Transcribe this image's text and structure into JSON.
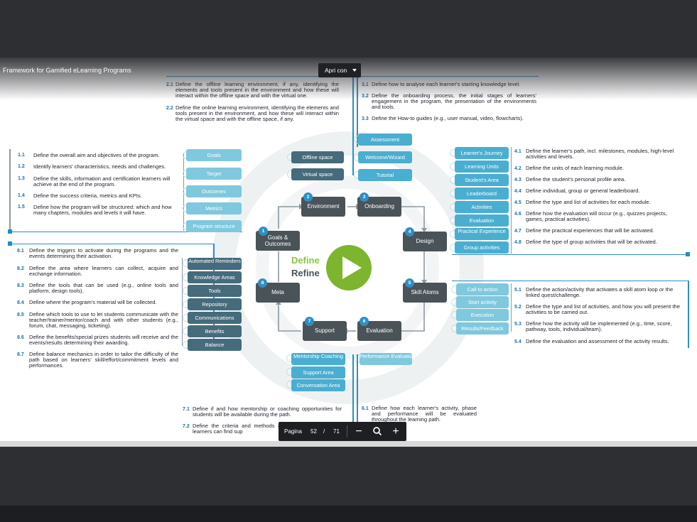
{
  "viewer": {
    "doc_title": "Framework for Gamified eLearning Programs",
    "open_with": "Apri con",
    "page_label": "Pagina",
    "page_current": "52",
    "page_sep": "/",
    "page_total": "71",
    "zoom_out": "−",
    "zoom_in": "+"
  },
  "center": {
    "define": "Define",
    "refine": "Refine"
  },
  "nodes": [
    {
      "n": "1",
      "label": "Goals & Outcomes"
    },
    {
      "n": "2",
      "label": "Environment"
    },
    {
      "n": "3",
      "label": "Onboarding"
    },
    {
      "n": "4",
      "label": "Design"
    },
    {
      "n": "5",
      "label": "Skill Atoms"
    },
    {
      "n": "6",
      "label": "Evaluation"
    },
    {
      "n": "7",
      "label": "Support"
    },
    {
      "n": "8",
      "label": "Meta"
    }
  ],
  "sec1": {
    "pills": [
      {
        "n": "1.1",
        "label": "Goals"
      },
      {
        "n": "1.2",
        "label": "Target"
      },
      {
        "n": "1.3",
        "label": "Outcomes"
      },
      {
        "n": "1.4",
        "label": "Metrics"
      },
      {
        "n": "1.5",
        "label": "Program structure"
      }
    ],
    "items": [
      {
        "n": "1.1",
        "text": "Define the overall aim and objectives of the program."
      },
      {
        "n": "1.2",
        "text": "Identify learners' characteristics, needs and challenges."
      },
      {
        "n": "1.3",
        "text": "Define the skills, information and certification learners will achieve at the end of the program."
      },
      {
        "n": "1.4",
        "text": "Define the success criteria, metrics and KPIs."
      },
      {
        "n": "1.5",
        "text": "Define how the program will be structured: which and how many chapters, modules and levels it will have."
      }
    ]
  },
  "sec2": {
    "pills": [
      {
        "n": "2.1",
        "label": "Offline space"
      },
      {
        "n": "2.2",
        "label": "Virtual space"
      }
    ],
    "items": [
      {
        "n": "2.1",
        "text": "Define the offline learning environment, if any, identifying the elements and tools present in the environment and how these will interact within the offline space and with the virtual one."
      },
      {
        "n": "2.2",
        "text": "Define the online learning environment, identifying the elements and tools present in the environment, and how these will interact within the virtual space and with the offline space, if any."
      }
    ]
  },
  "sec3": {
    "pills": [
      {
        "n": "3.1",
        "label": "Assessment"
      },
      {
        "n": "3.2",
        "label": "Welcome/Wizard"
      },
      {
        "n": "3.3",
        "label": "Tutorial"
      }
    ],
    "items": [
      {
        "n": "3.1",
        "text": "Define how to analyse each learner's starting knowledge level."
      },
      {
        "n": "3.2",
        "text": "Define the onboarding process, the initial stages of learners' engagement in the program, the presentation of the environments and tools."
      },
      {
        "n": "3.3",
        "text": "Define the How-to guides (e.g., user manual, video, flowcharts)."
      }
    ]
  },
  "sec4": {
    "pills": [
      {
        "n": "4.1",
        "label": "Learner's Journey"
      },
      {
        "n": "4.2",
        "label": "Learning Units"
      },
      {
        "n": "4.3",
        "label": "Student's Area"
      },
      {
        "n": "4.4",
        "label": "Leaderboard"
      },
      {
        "n": "4.5",
        "label": "Activities"
      },
      {
        "n": "4.6",
        "label": "Evaluation"
      },
      {
        "n": "4.7",
        "label": "Practical Experience"
      },
      {
        "n": "4.8",
        "label": "Group activities"
      }
    ],
    "items": [
      {
        "n": "4.1",
        "text": "Define the learner's path, incl. milestones, modules, high-level activities and levels."
      },
      {
        "n": "4.2",
        "text": "Define the units of each learning module."
      },
      {
        "n": "4.3",
        "text": "Define the student's personal profile area."
      },
      {
        "n": "4.4",
        "text": "Define individual, group or general leaderboard."
      },
      {
        "n": "4.5",
        "text": "Define the type and list of activities for each module."
      },
      {
        "n": "4.6",
        "text": "Define how the evaluation will occur (e.g., quizzes projects, games, practical activities)."
      },
      {
        "n": "4.7",
        "text": "Define the practical experiences that will be activated."
      },
      {
        "n": "4.8",
        "text": "Define the type of group activities that will be activated."
      }
    ]
  },
  "sec5": {
    "pills": [
      {
        "n": "5.1",
        "label": "Call to action"
      },
      {
        "n": "5.2",
        "label": "Start activity"
      },
      {
        "n": "5.3",
        "label": "Execution"
      },
      {
        "n": "5.4",
        "label": "Results/Feedback"
      }
    ],
    "items": [
      {
        "n": "5.1",
        "text": "Define the action/activity that activates a skill atom loop or the linked quest/challenge."
      },
      {
        "n": "5.2",
        "text": "Define the type and list of activities, and how you will present the activities to be carried out."
      },
      {
        "n": "5.3",
        "text": "Define how the activity will be implemented (e.g., time, score, pathway, tools, individual/team)."
      },
      {
        "n": "5.4",
        "text": "Define the evaluation and assessment of the activity results."
      }
    ]
  },
  "sec6": {
    "pills": [
      {
        "n": "6.1",
        "label": "Performance Evaluation"
      }
    ],
    "items": [
      {
        "n": "6.1",
        "text": "Define how each learner's activity, phase and performance will be evaluated throughout the learning path."
      }
    ]
  },
  "sec7": {
    "pills": [
      {
        "n": "7.1",
        "label": "Mentorship Coaching"
      },
      {
        "n": "7.2",
        "label": "Support Area"
      },
      {
        "n": "7.3",
        "label": "Conversation Area"
      }
    ],
    "items": [
      {
        "n": "7.1",
        "text": "Define if and how mentorship or coaching opportunities for students will be available during the path."
      },
      {
        "n": "7.2",
        "text": "Define the criteria and methods and use the area where learners can find sup"
      }
    ]
  },
  "sec8": {
    "pills": [
      {
        "n": "8.1",
        "label": "Automated Reminders"
      },
      {
        "n": "8.2",
        "label": "Knowledge Areas"
      },
      {
        "n": "8.3",
        "label": "Tools"
      },
      {
        "n": "8.4",
        "label": "Repository"
      },
      {
        "n": "8.5",
        "label": "Communications"
      },
      {
        "n": "8.6",
        "label": "Benefits"
      },
      {
        "n": "8.7",
        "label": "Balance"
      }
    ],
    "items": [
      {
        "n": "8.1",
        "text": "Define the triggers to activate during the programs and the events determining their activation."
      },
      {
        "n": "8.2",
        "text": "Define the area where learners can collect, acquire and exchange information."
      },
      {
        "n": "8.3",
        "text": "Define the tools that can be used (e.g., online tools and platform, design tools)."
      },
      {
        "n": "8.4",
        "text": "Define where the program's material will be collected."
      },
      {
        "n": "8.5",
        "text": "Define which tools to use to let students communicate with the teacher/trainer/mentor/coach and with other students (e.g., forum, chat, messaging, ticketing)."
      },
      {
        "n": "8.6",
        "text": "Define the benefits/special prizes students will receive and the events/results determining their awarding."
      },
      {
        "n": "8.7",
        "text": "Define balance mechanics in order to tailor the difficulty of the path based on learners' skill/effort/commitment levels and performances."
      }
    ]
  }
}
